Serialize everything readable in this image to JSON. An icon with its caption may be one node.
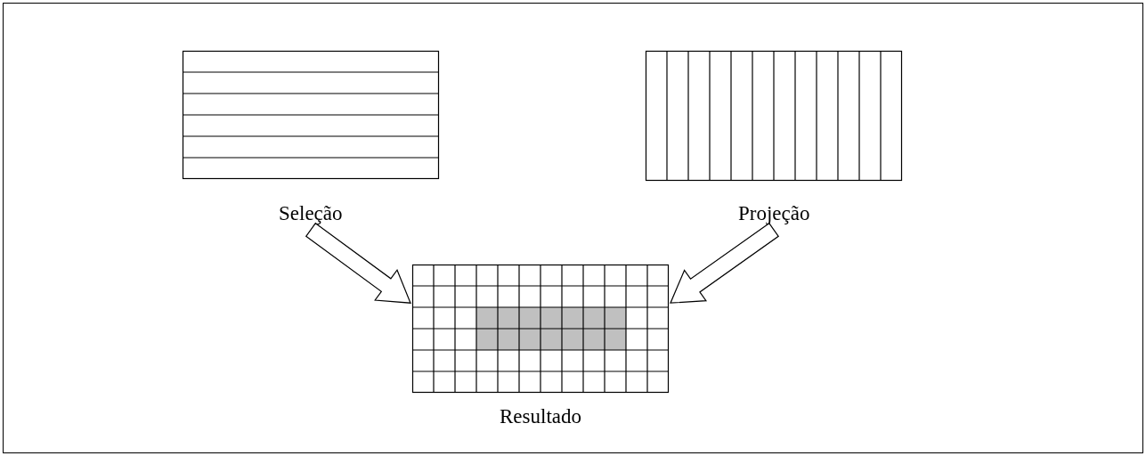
{
  "diagram": {
    "nodes": [
      {
        "text": [
          "Seleção"
        ]
      },
      {
        "text": [
          "Projeção"
        ]
      },
      {
        "text": [
          "Resultado"
        ]
      }
    ],
    "edges": [
      {
        "from": 0,
        "to": 2,
        "arrow": "to"
      },
      {
        "from": 1,
        "to": 2,
        "arrow": "to"
      }
    ]
  }
}
